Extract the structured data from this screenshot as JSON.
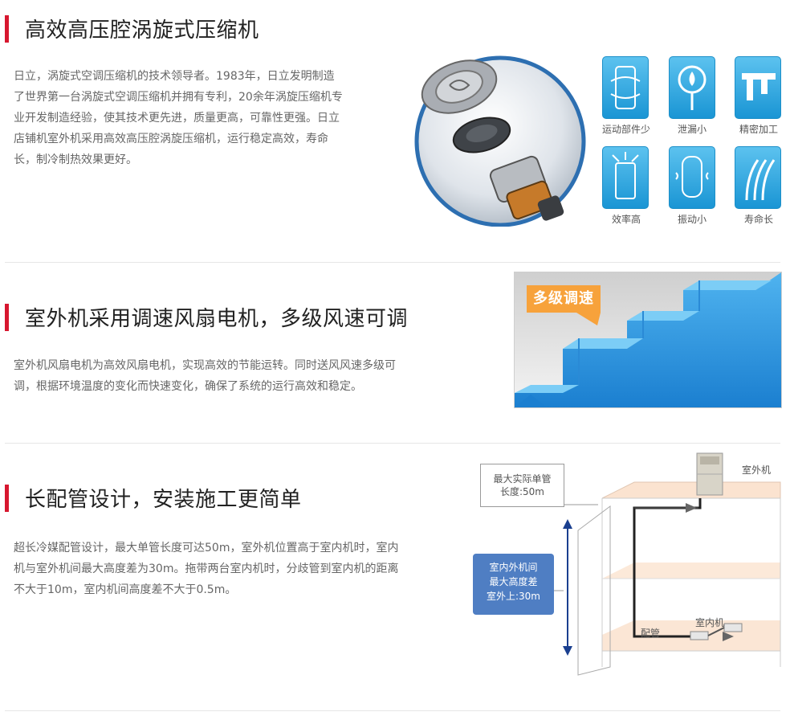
{
  "sections": [
    {
      "title": "高效高压腔涡旋式压缩机",
      "desc": [
        "日立，涡旋式空调压缩机的技术领导者。1983年，日立发明制造",
        "了世界第一台涡旋式空调压缩机并拥有专利，20余年涡旋压缩机专",
        "业开发制造经验，使其技术更先进，质量更高，可靠性更强。日立",
        "店铺机室外机采用高效高压腔涡旋压缩机，运行稳定高效，寿命",
        "长，制冷制热效果更好。"
      ],
      "features": [
        {
          "label": "运动部件少",
          "icon": "rotating-parts-icon"
        },
        {
          "label": "泄漏小",
          "icon": "water-drop-icon"
        },
        {
          "label": "精密加工",
          "icon": "caliper-icon"
        },
        {
          "label": "效率高",
          "icon": "efficiency-icon"
        },
        {
          "label": "振动小",
          "icon": "vibration-icon"
        },
        {
          "label": "寿命长",
          "icon": "long-life-icon"
        }
      ]
    },
    {
      "title": "室外机采用调速风扇电机，多级风速可调",
      "desc": [
        "室外机风扇电机为高效风扇电机，实现高效的节能运转。同时送风风速多级可",
        "调，根据环境温度的变化而快速变化，确保了系统的运行高效和稳定。"
      ],
      "tag": "多级调速"
    },
    {
      "title": "长配管设计，安装施工更简单",
      "desc": [
        "超长冷媒配管设计，最大单管长度可达50m，室外机位置高于室内机时，室内",
        "机与室外机间最大高度差为30m。拖带两台室内机时，分歧管到室内机的距离",
        "不大于10m，室内机间高度差不大于0.5m。"
      ],
      "diagram": {
        "outdoor_unit": "室外机",
        "max_pipe": [
          "最大实际单管",
          "长度:50m"
        ],
        "height_diff": [
          "室内外机间",
          "最大高度差",
          "室外上:30m"
        ],
        "piping": "配管",
        "indoor_unit": "室内机"
      }
    }
  ],
  "colors": {
    "accent": "#d7172f",
    "icon_blue": "#1a95d4",
    "tag_orange": "#f7a23b",
    "diagram_blue": "#4f7ec3"
  }
}
